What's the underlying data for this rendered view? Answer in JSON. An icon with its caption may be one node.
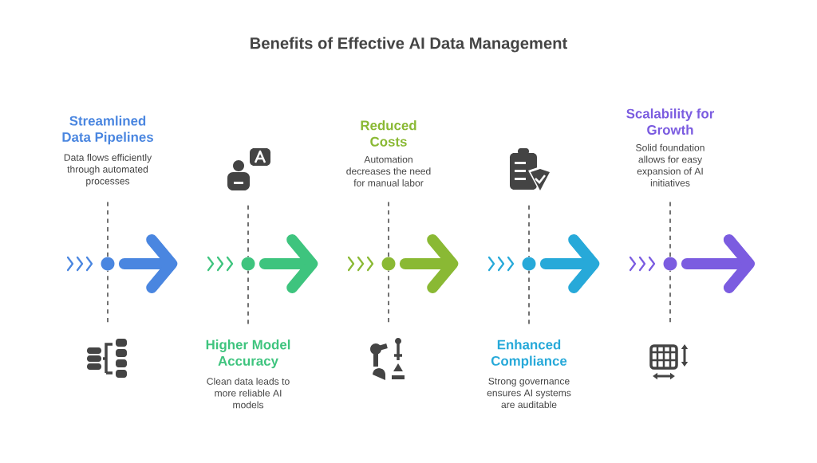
{
  "diagram": {
    "title": "Benefits of Effective AI Data Management",
    "nodes": [
      {
        "text": [
          "Streamlined Data Pipelines",
          "Data flows efficiently through automated processes"
        ]
      },
      {
        "text": [
          "Higher Model Accuracy",
          "Clean data leads to more reliable AI models"
        ]
      },
      {
        "text": [
          "Reduced Costs",
          "Automation decreases the need for manual labor"
        ]
      },
      {
        "text": [
          "Enhanced Compliance",
          "Strong governance ensures AI systems are auditable"
        ]
      },
      {
        "text": [
          "Scalability for Growth",
          "Solid foundation allows for easy expansion of AI initiatives"
        ]
      },
      {
        "text": [],
        "shape": "picture"
      },
      {
        "text": [],
        "shape": "picture"
      },
      {
        "text": [],
        "shape": "picture"
      },
      {
        "text": [],
        "shape": "picture"
      },
      {
        "text": [],
        "shape": "picture"
      },
      {
        "text": [],
        "shape": "circle"
      },
      {
        "text": [],
        "shape": "circle"
      },
      {
        "text": [],
        "shape": "circle"
      },
      {
        "text": [],
        "shape": "circle"
      },
      {
        "text": [],
        "shape": "circle"
      }
    ],
    "edges": [
      {
        "from": 0,
        "to": 10,
        "arrow": "none",
        "style": "dashed"
      },
      {
        "from": 5,
        "to": 10,
        "arrow": "none",
        "style": "dashed"
      },
      {
        "from": 6,
        "to": 11,
        "arrow": "none",
        "style": "dashed"
      },
      {
        "from": 1,
        "to": 11,
        "arrow": "none",
        "style": "dashed"
      },
      {
        "from": 2,
        "to": 12,
        "arrow": "none",
        "style": "dashed"
      },
      {
        "from": 7,
        "to": 12,
        "arrow": "none",
        "style": "dashed"
      },
      {
        "from": 8,
        "to": 13,
        "arrow": "none",
        "style": "dashed"
      },
      {
        "from": 3,
        "to": 13,
        "arrow": "none",
        "style": "dashed"
      },
      {
        "from": 4,
        "to": 14,
        "arrow": "none",
        "style": "dashed"
      },
      {
        "from": 9,
        "to": 14,
        "arrow": "none",
        "style": "dashed"
      },
      {
        "from": 10,
        "to": 11,
        "arrow": "to",
        "style": "thick",
        "color": "#4a86e0"
      },
      {
        "from": 11,
        "to": 12,
        "arrow": "to",
        "style": "thick",
        "color": "#3ec47e"
      },
      {
        "from": 12,
        "to": 13,
        "arrow": "to",
        "style": "thick",
        "color": "#8ab934"
      },
      {
        "from": 13,
        "to": 14,
        "arrow": "to",
        "style": "thick",
        "color": "#27a9d9"
      },
      {
        "from": 14,
        "to": null,
        "arrow": "to",
        "style": "thick",
        "color": "#7b5ce0"
      }
    ]
  }
}
